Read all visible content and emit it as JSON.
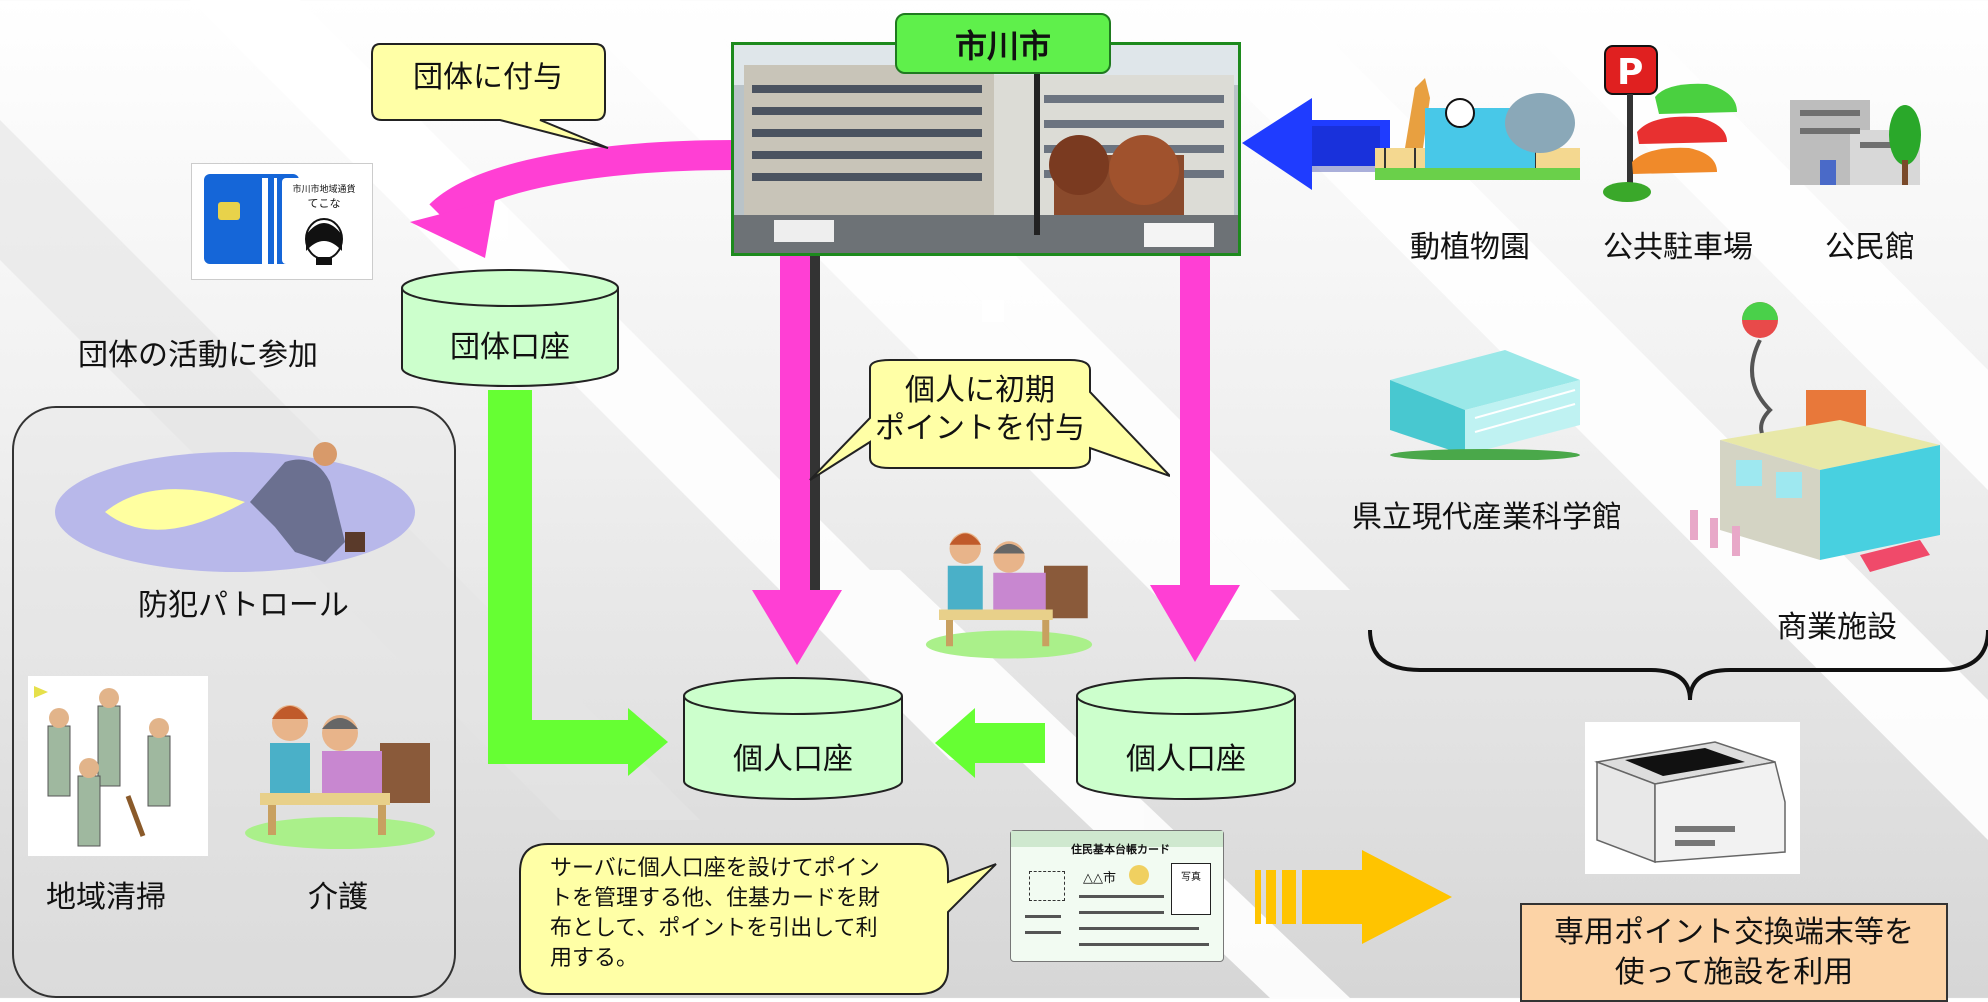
{
  "city_title": "市川市",
  "callouts": {
    "group_grant": "団体に付与",
    "individual_initial": [
      "個人に初期",
      "ポイントを付与"
    ],
    "server_note": [
      "サーバに個人口座を設けてポイン",
      "トを管理する他、住基カードを財",
      "布として、ポイントを引出して利",
      "用する。"
    ]
  },
  "card": {
    "line1": "市川市地域通貨",
    "line2": "てこな"
  },
  "accounts": {
    "group": "団体口座",
    "personal_center": "個人口座",
    "personal_right": "個人口座"
  },
  "activities": {
    "heading": "団体の活動に参加",
    "patrol": "防犯パトロール",
    "cleaning": "地域清掃",
    "care": "介護"
  },
  "facilities": {
    "zoo": "動植物園",
    "parking": "公共駐車場",
    "community_hall": "公民館",
    "science_museum": "県立現代産業科学館",
    "commercial": "商業施設"
  },
  "kiosk_caption": [
    "専用ポイント交換端末等を",
    "使って施設を利用"
  ],
  "resident_card": {
    "title": "住民基本台帳カード",
    "city": "△△市",
    "photo_label": "写真"
  },
  "colors": {
    "magenta_arrow": "#ff3fd4",
    "green_arrow": "#66ff33",
    "blue_arrow": "#1f3cff",
    "yellow_arrow": "#ffc400",
    "callout_fill": "#ffffa6",
    "account_fill": "#ccffcc",
    "title_fill": "#5ff04b",
    "kiosk_caption_fill": "#fcd3a6"
  }
}
